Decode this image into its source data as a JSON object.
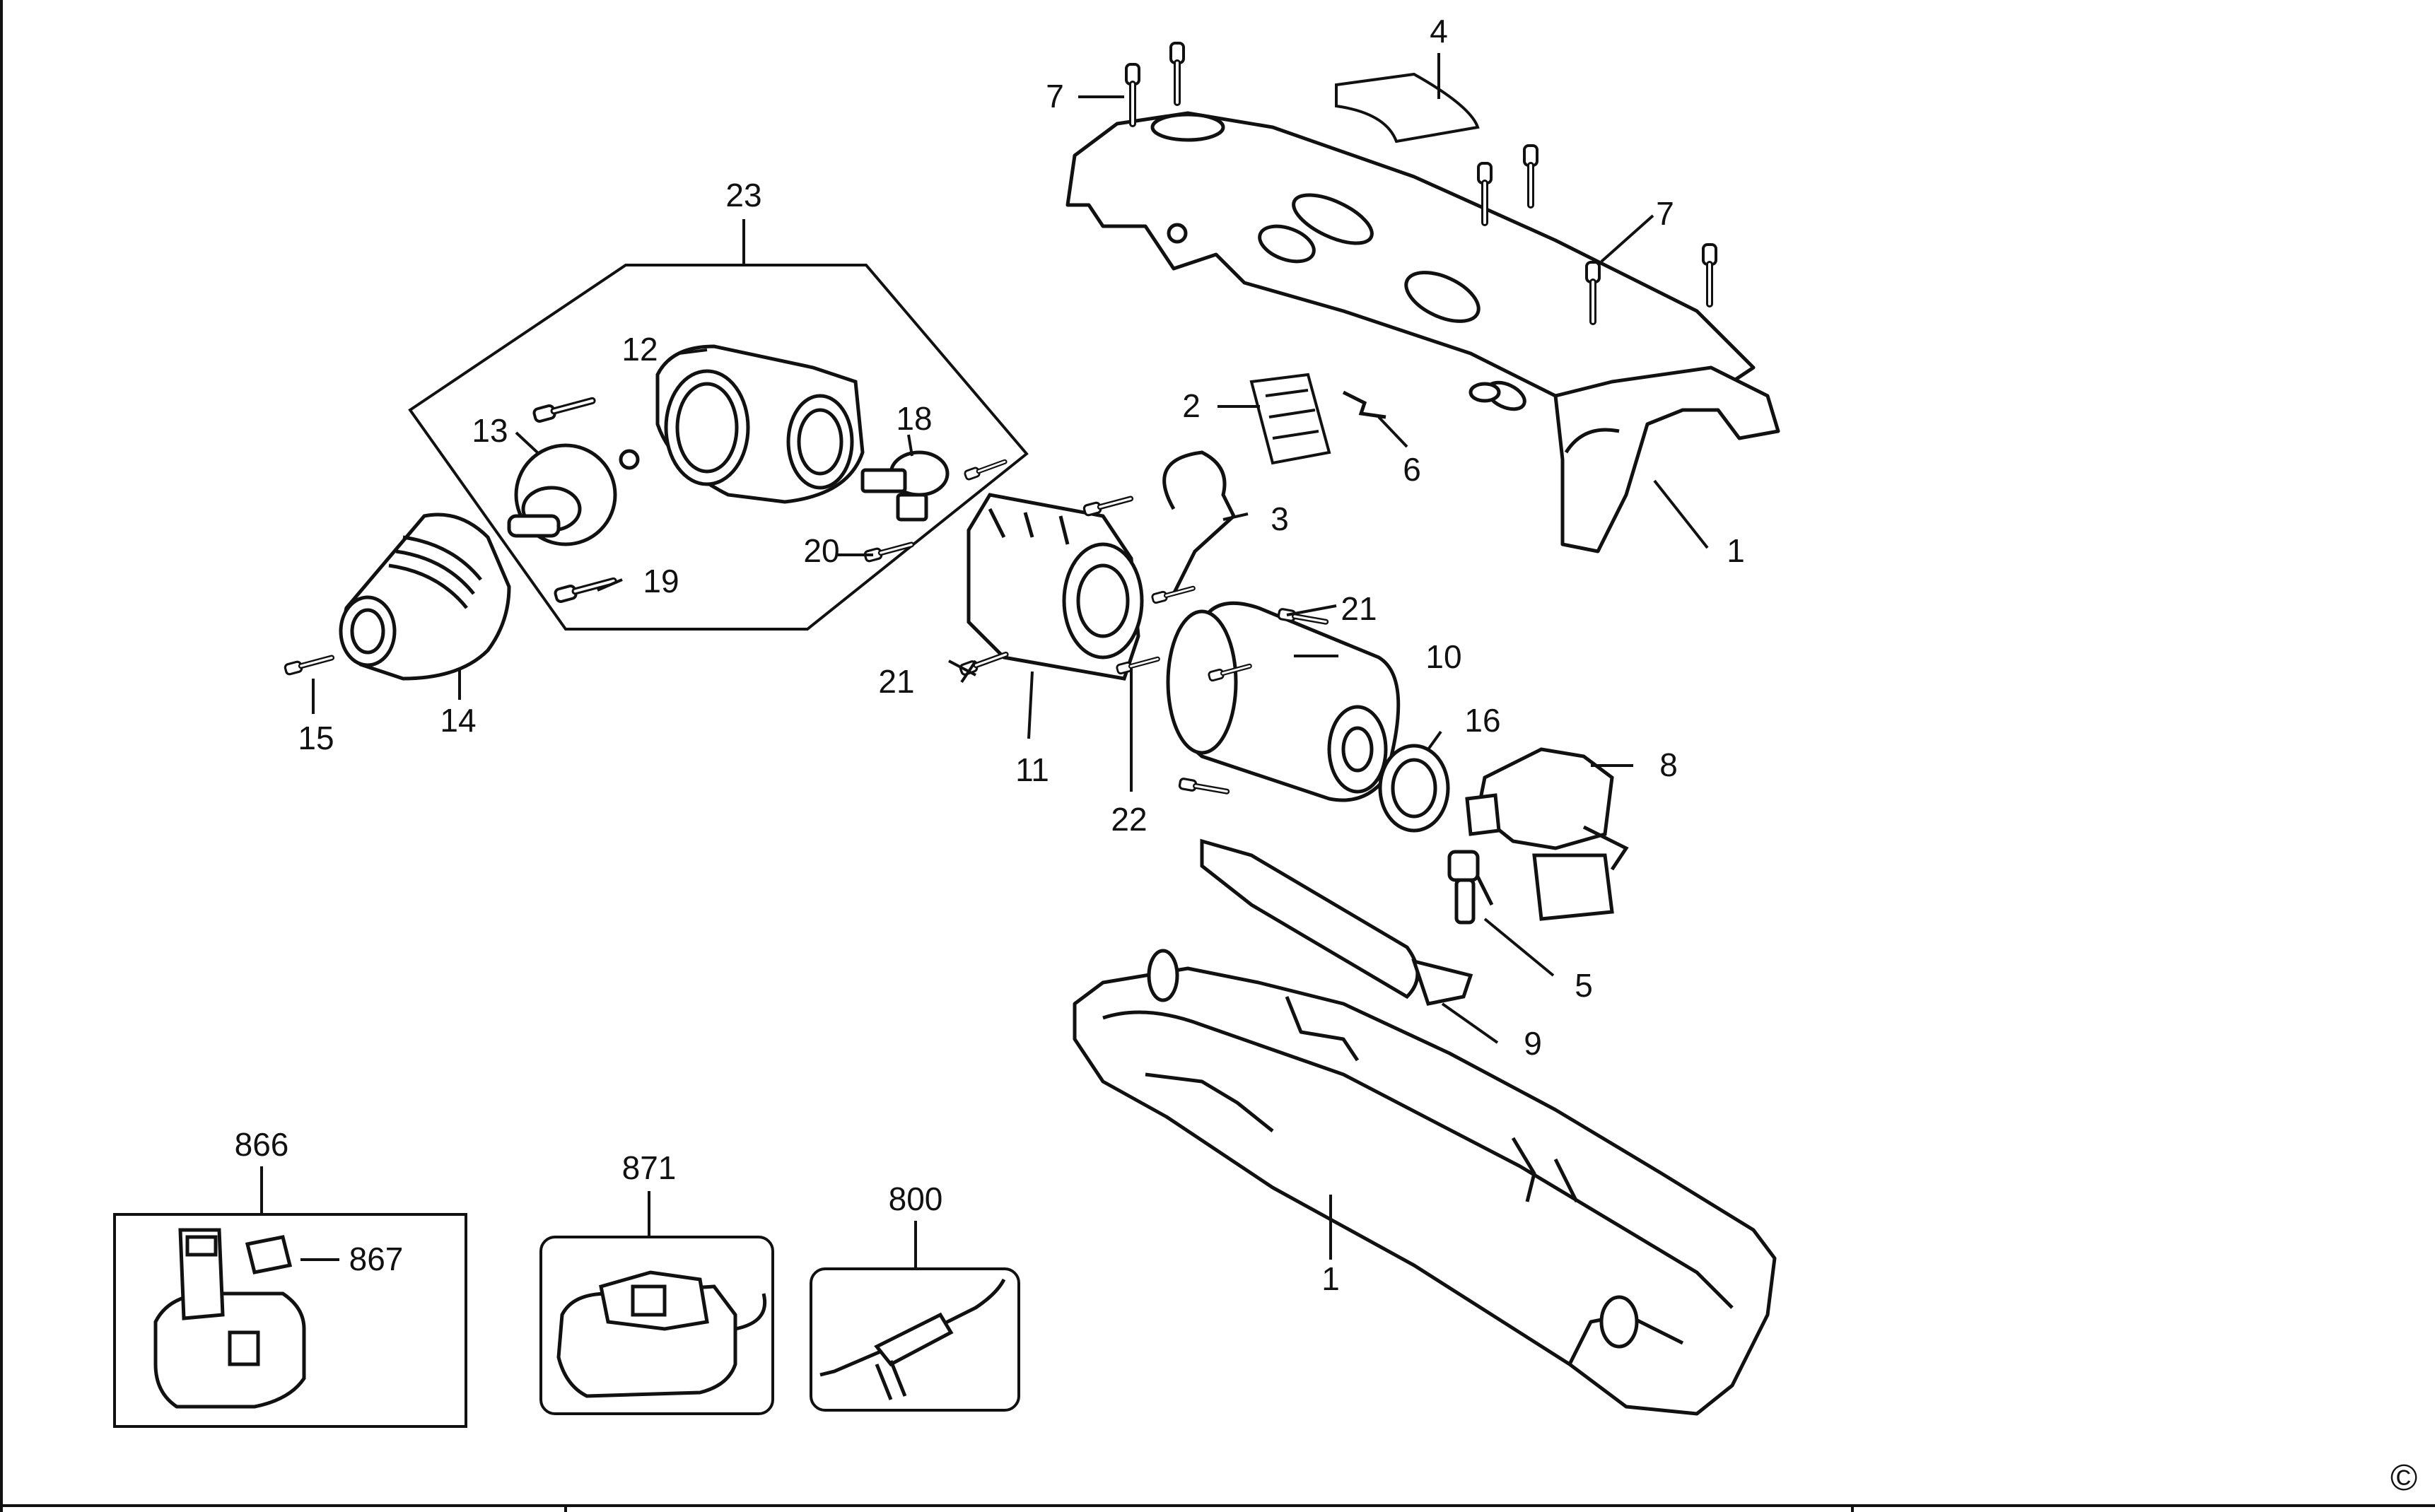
{
  "diagram": {
    "labels": {
      "l1a": "1",
      "l1b": "1",
      "l2": "2",
      "l3": "3",
      "l4": "4",
      "l5": "5",
      "l6": "6",
      "l7a": "7",
      "l7b": "7",
      "l8": "8",
      "l9": "9",
      "l10": "10",
      "l11": "11",
      "l12": "12",
      "l13": "13",
      "l14": "14",
      "l15": "15",
      "l16": "16",
      "l18": "18",
      "l19": "19",
      "l20": "20",
      "l21a": "21",
      "l21b": "21",
      "l22": "22",
      "l23": "23",
      "l866": "866",
      "l867": "867",
      "l871": "871",
      "l800": "800"
    },
    "copyright_symbol": "©"
  }
}
